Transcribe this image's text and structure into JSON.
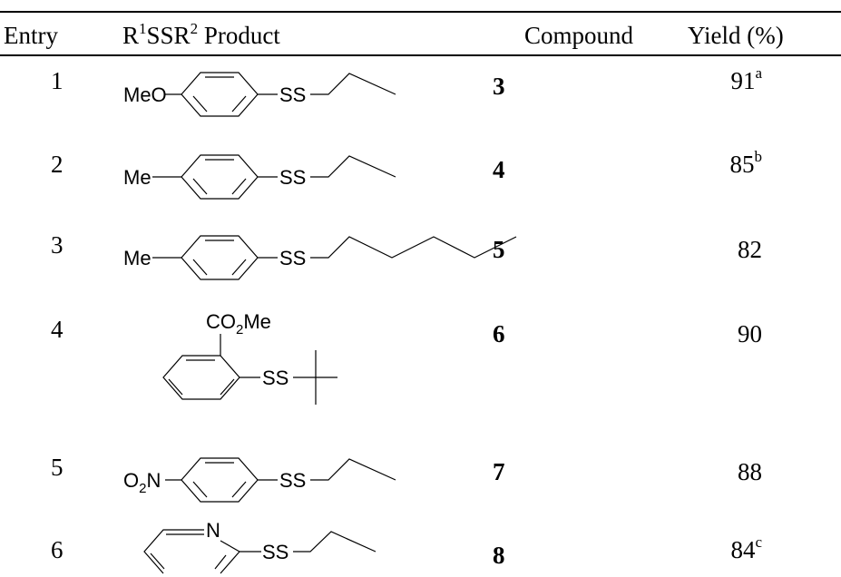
{
  "table": {
    "headers": {
      "entry": "Entry",
      "product_r": "R",
      "product_sup1": "1",
      "product_ss": "SSR",
      "product_sup2": "2",
      "product_word": " Product",
      "compound": "Compound",
      "yield": "Yield (%)"
    },
    "rows": [
      {
        "entry": "1",
        "compound": "3",
        "yield": "91",
        "note": "a"
      },
      {
        "entry": "2",
        "compound": "4",
        "yield": "85",
        "note": "b"
      },
      {
        "entry": "3",
        "compound": "5",
        "yield": "82",
        "note": ""
      },
      {
        "entry": "4",
        "compound": "6",
        "yield": "90",
        "note": ""
      },
      {
        "entry": "5",
        "compound": "7",
        "yield": "88",
        "note": ""
      },
      {
        "entry": "6",
        "compound": "8",
        "yield": "84",
        "note": "c"
      }
    ]
  },
  "structures": {
    "s1": {
      "left": "MeO",
      "ss": "SS"
    },
    "s2": {
      "left": "Me",
      "ss": "SS"
    },
    "s3": {
      "left": "Me",
      "ss": "SS"
    },
    "s4": {
      "co": "CO",
      "co_sub": "2",
      "co_me": "Me",
      "ss": "SS"
    },
    "s5": {
      "left_o": "O",
      "left_sub": "2",
      "left_n": "N",
      "ss": "SS"
    },
    "s6": {
      "n": "N",
      "ss": "SS"
    }
  }
}
